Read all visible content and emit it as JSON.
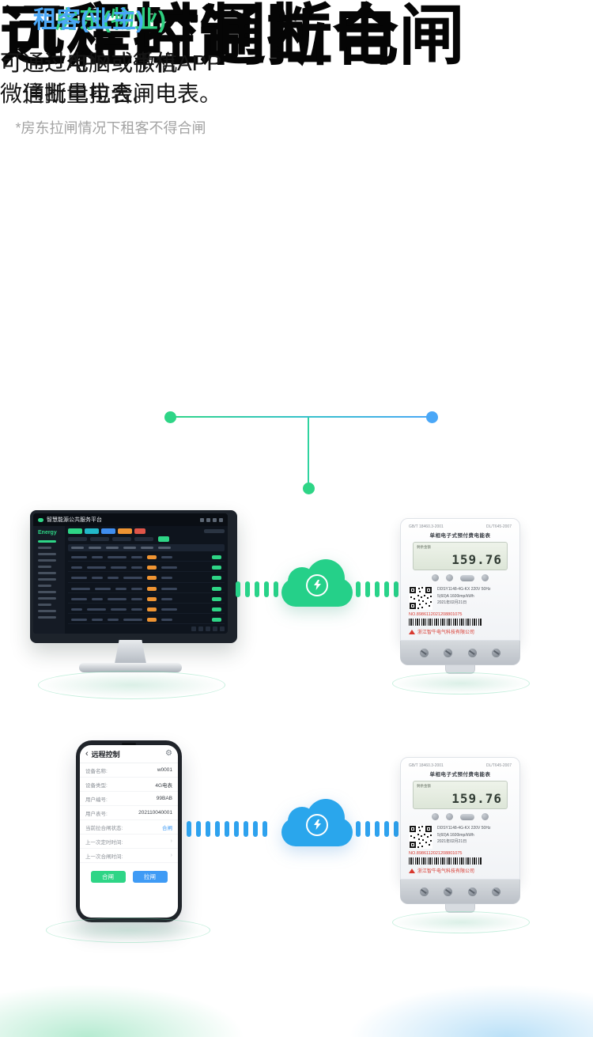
{
  "theme": {
    "green": "#2ed586",
    "blue": "#4aa7f7",
    "title_color": "#050505",
    "note_gray": "#a3a3a3"
  },
  "title": {
    "line1": "远程控制拉合闸",
    "line2": "可定时通断电"
  },
  "roles": {
    "landlord": {
      "heading": "房东(物业)",
      "line1": "可通过电脑或手机APP",
      "line2": "微信批量拉合闸电表。",
      "note": "*房东拉闸情况下租客不得合闸"
    },
    "tenant": {
      "heading": "租客(业主)",
      "line1": "可通过APP或微信",
      "line2": "通断电电表。"
    }
  },
  "dashboard": {
    "window_title": "智慧能源公共服务平台",
    "logo": "Energy"
  },
  "phone": {
    "header": "远程控制",
    "fields": [
      {
        "label": "设备名称:",
        "value": "w0001"
      },
      {
        "label": "设备类型:",
        "value": "4G电表"
      },
      {
        "label": "用户编号:",
        "value": "99BAB"
      },
      {
        "label": "用户表号:",
        "value": "202110040001"
      },
      {
        "label": "当前拉合闸状态:",
        "value": "合闸"
      },
      {
        "label": "上一次定时时间:",
        "value": ""
      },
      {
        "label": "上一次合闸时间:",
        "value": ""
      }
    ],
    "buttons": {
      "close_gate": "合闸",
      "pull_gate": "拉闸"
    }
  },
  "meter": {
    "std_left": "GB/T 18460.3-2001",
    "std_right": "DL/T645-2007",
    "name": "单相电子式预付费电能表",
    "lcd_label": "剩余金额",
    "lcd_value": "159.76",
    "model": "DDSY1148-4G-KX  220V  50Hz",
    "spec": "5(60)A  1600imp/kWh",
    "date": "2021年02月21日",
    "serial": "NO.8986112021208801075",
    "brand": "浙江智牛电气科技有限公司"
  },
  "icons": {
    "gear": "⚙",
    "back": "‹",
    "chevron": "›"
  }
}
